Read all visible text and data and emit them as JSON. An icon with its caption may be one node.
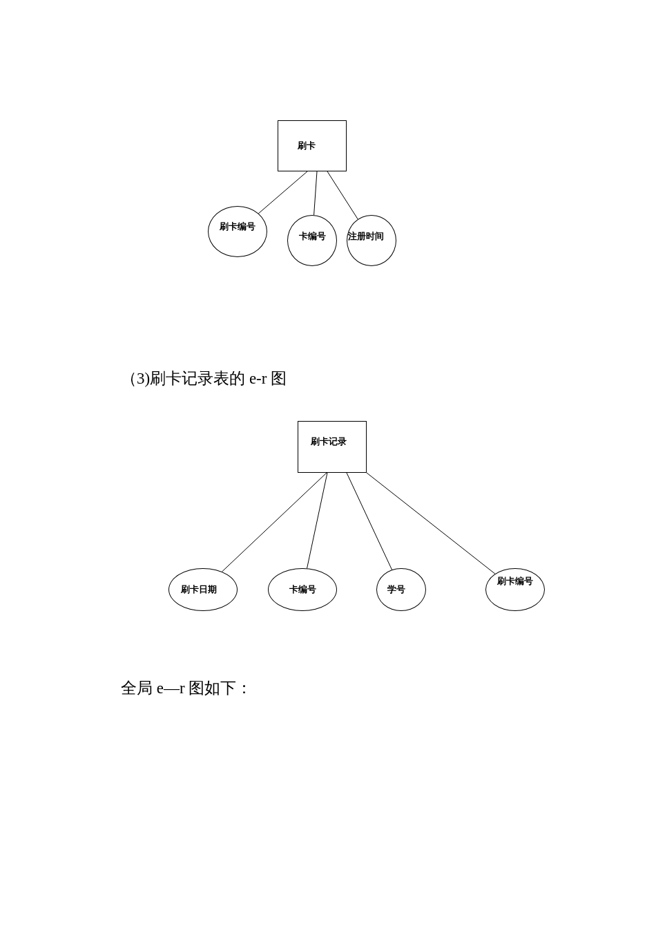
{
  "diagram": {
    "nodes": [
      {
        "text": [
          "刷卡"
        ]
      },
      {
        "text": [
          "刷卡编号"
        ]
      },
      {
        "text": [
          "卡编号"
        ]
      },
      {
        "text": [
          "注册时间"
        ]
      },
      {
        "text": [
          "刷卡记录"
        ]
      },
      {
        "text": [
          "刷卡日期"
        ]
      },
      {
        "text": [
          "卡编号"
        ]
      },
      {
        "text": [
          "学号"
        ]
      },
      {
        "text": [
          "刷卡编号"
        ]
      }
    ],
    "edges": [
      {
        "from": 0,
        "to": 1,
        "arrow": "none"
      },
      {
        "from": 0,
        "to": 2,
        "arrow": "none"
      },
      {
        "from": 0,
        "to": 3,
        "arrow": "none"
      },
      {
        "from": 4,
        "to": 5,
        "arrow": "none"
      },
      {
        "from": 4,
        "to": 6,
        "arrow": "none"
      },
      {
        "from": 4,
        "to": 7,
        "arrow": "none"
      },
      {
        "from": 4,
        "to": 8,
        "arrow": "none"
      }
    ],
    "labels": [
      "（3)刷卡记录表的 e-r 图",
      "全局 e—r 图如下："
    ]
  }
}
